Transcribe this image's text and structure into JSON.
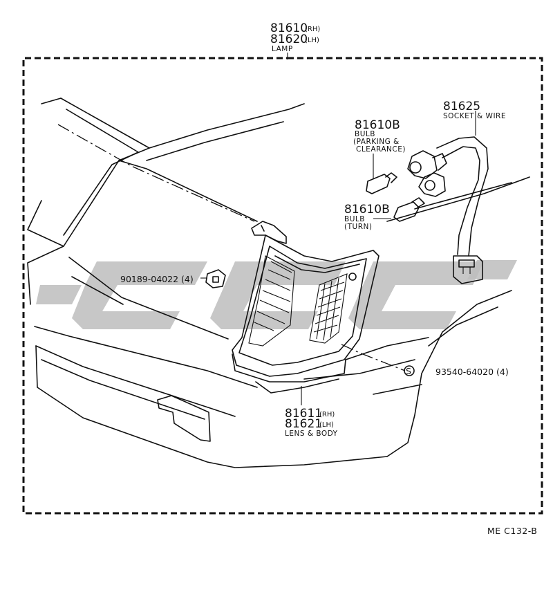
{
  "lamp": {
    "pn_rh": "81610",
    "side_rh": "(RH)",
    "pn_lh": "81620",
    "side_lh": "(LH)",
    "desc": "LAMP"
  },
  "socket": {
    "pn": "81625",
    "desc": "SOCKET & WIRE"
  },
  "bulb_parking": {
    "pn": "81610B",
    "desc1": "BULB",
    "desc2": "(PARKING &",
    "desc3": "CLEARANCE)"
  },
  "bulb_turn": {
    "pn": "81610B",
    "desc1": "BULB",
    "desc2": "(TURN)"
  },
  "clip": {
    "pn": "90189-04022 (4)"
  },
  "screw": {
    "symbol": "S",
    "pn": "93540-64020 (4)"
  },
  "lens": {
    "pn_rh": "81611",
    "side_rh": "(RH)",
    "pn_lh": "81621",
    "side_lh": "(LH)",
    "desc": "LENS & BODY"
  },
  "footer": {
    "code": "ME  C132-B"
  },
  "watermark": {
    "color": "#bdbdbd"
  }
}
